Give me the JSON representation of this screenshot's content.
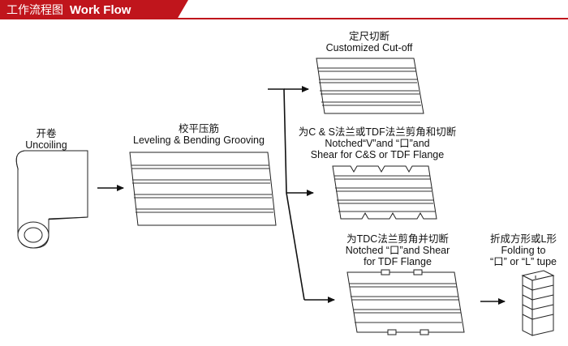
{
  "header": {
    "title_zh": "工作流程图",
    "title_en": "Work Flow",
    "color": "#c0151c"
  },
  "steps": {
    "uncoiling": {
      "zh": "开卷",
      "en": "Uncoiling"
    },
    "leveling": {
      "zh": "校平压筋",
      "en": "Leveling & Bending Grooving"
    },
    "cutoff": {
      "zh": "定尺切断",
      "en": "Customized Cut-off"
    },
    "notched_v": {
      "zh": "为C & S法兰或TDF法兰剪角和切断",
      "en1": "Notched“V”and “口”and",
      "en2": "Shear for C&S or TDF Flange"
    },
    "notched_tdc": {
      "zh": "为TDC法兰剪角并切断",
      "en1": "Notched “口”and Shear",
      "en2": "for TDF Flange"
    },
    "folding": {
      "zh": "折成方形或L形",
      "en1": "Folding to",
      "en2": "“口” or “L” tupe"
    }
  }
}
